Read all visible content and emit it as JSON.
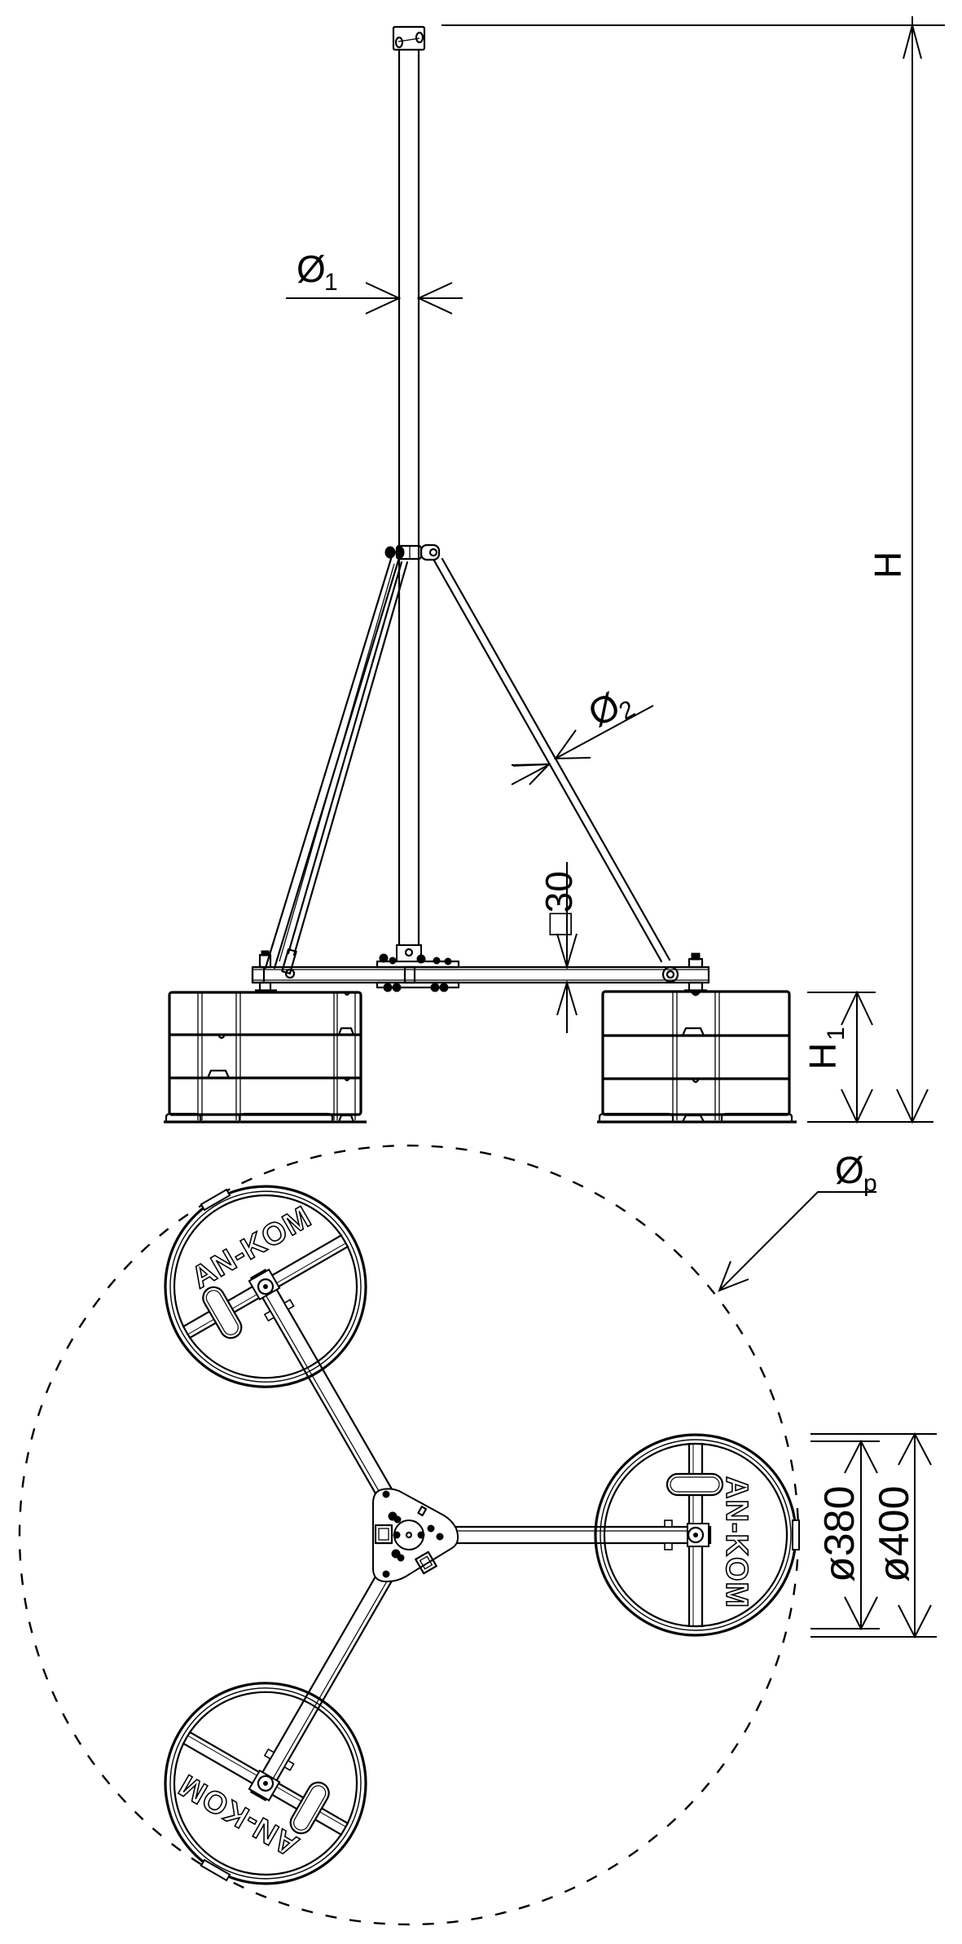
{
  "title": "AN-KOM mast tripod stand drawing",
  "colors": {
    "line": "#000000",
    "background": "#ffffff"
  },
  "side_view": {
    "dimensions": {
      "diameter_1": {
        "symbol": "Ø",
        "subscript": "1"
      },
      "diameter_2": {
        "symbol": "Ø",
        "subscript": "2"
      },
      "height": {
        "label": "H"
      },
      "height_1": {
        "symbol": "H",
        "subscript": "1"
      },
      "square_profile": {
        "label": "□30"
      }
    }
  },
  "top_view": {
    "brand_text": "AN-KOM",
    "dimensions": {
      "diameter_p": {
        "symbol": "Ø",
        "subscript": "p"
      },
      "weight_inner": {
        "label": "ø380"
      },
      "weight_outer": {
        "label": "ø400"
      }
    },
    "weights": [
      {
        "name": "weight-top-left",
        "angle_deg": 240
      },
      {
        "name": "weight-right",
        "angle_deg": 0
      },
      {
        "name": "weight-bottom-left",
        "angle_deg": 120
      }
    ]
  }
}
